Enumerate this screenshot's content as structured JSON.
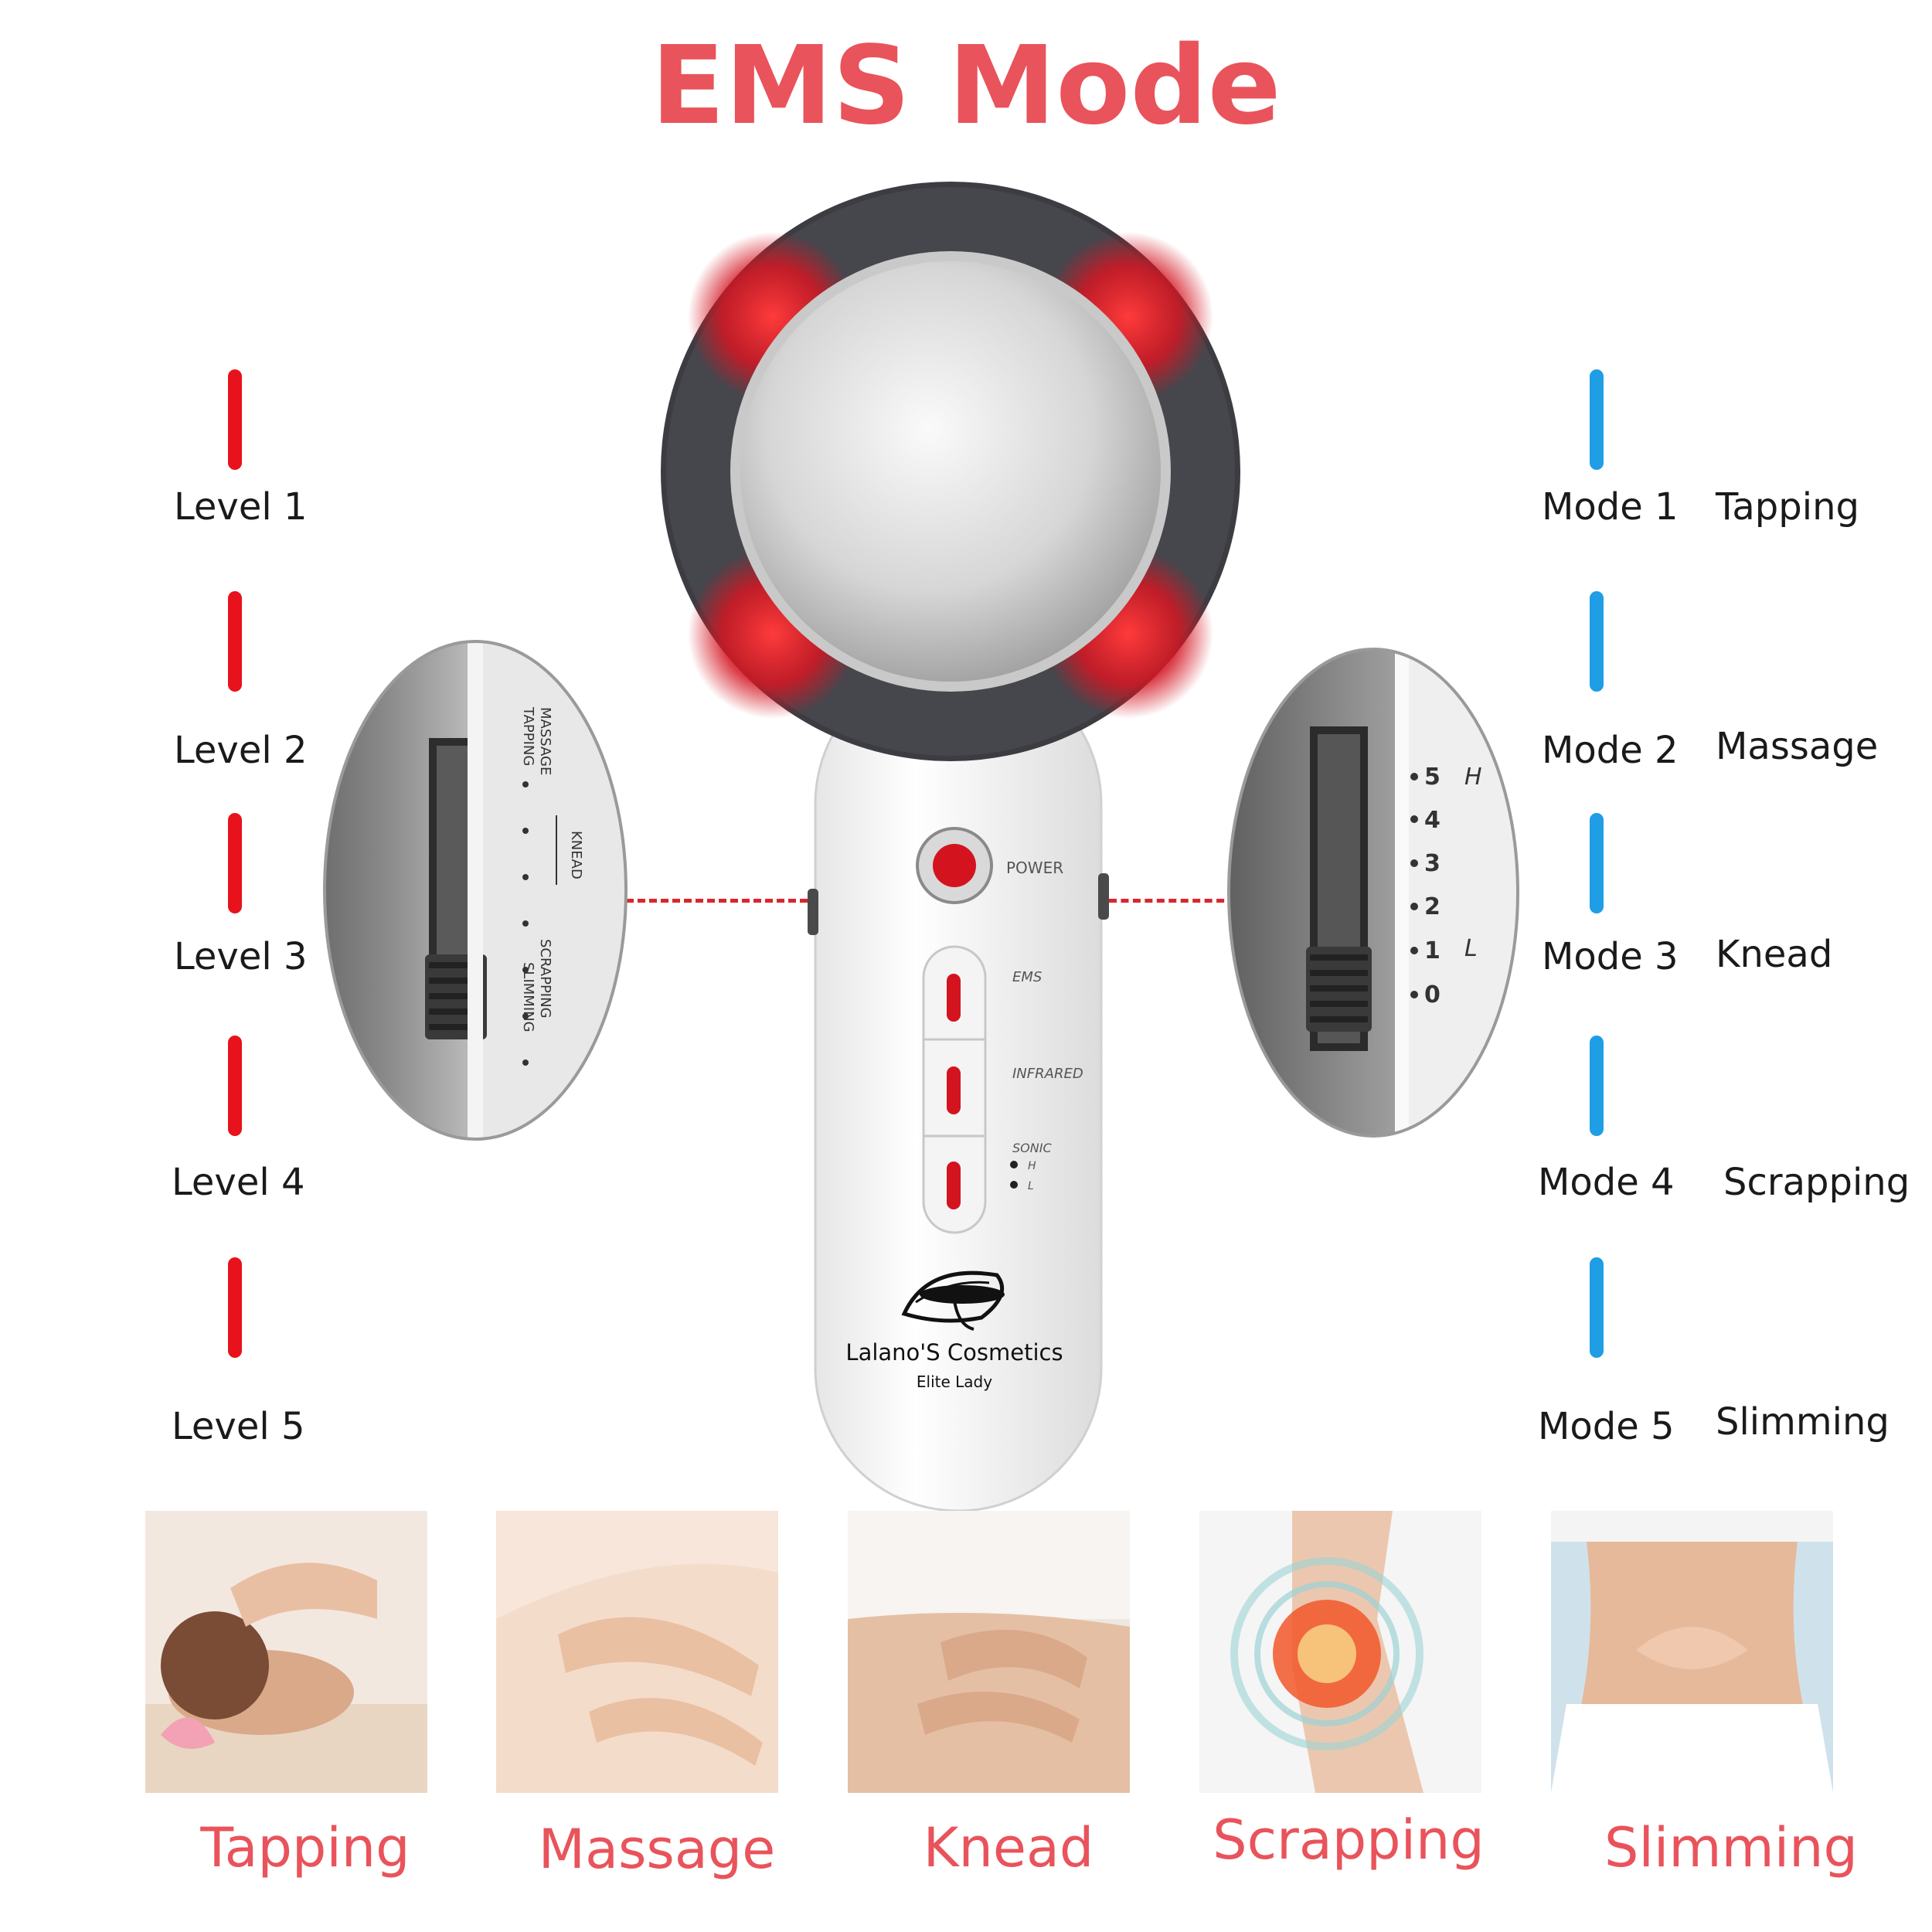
{
  "title": "EMS Mode",
  "levels": [
    "Level 1",
    "Level 2",
    "Level 3",
    "Level 4",
    "Level 5"
  ],
  "modes": [
    {
      "label": "Mode 1",
      "name": "Tapping"
    },
    {
      "label": "Mode 2",
      "name": "Massage"
    },
    {
      "label": "Mode 3",
      "name": "Knead"
    },
    {
      "label": "Mode 4",
      "name": "Scrapping"
    },
    {
      "label": "Mode 5",
      "name": "Slimming"
    }
  ],
  "device": {
    "power": "POWER",
    "ems": "EMS",
    "infrared": "INFRARED",
    "sonic": "SONIC",
    "sonic_h": "H",
    "sonic_l": "L",
    "brand": "Lalano'S Cosmetics",
    "tagline": "Elite Lady"
  },
  "left_zoom": {
    "labels": [
      "MASSAGE",
      "TAPPING",
      "KNEAD",
      "SCRAPPING",
      "SLIMMING"
    ]
  },
  "right_zoom": {
    "numbers": [
      "5",
      "4",
      "3",
      "2",
      "1",
      "0"
    ],
    "high": "H",
    "low": "L"
  },
  "captions": [
    "Tapping",
    "Massage",
    "Knead",
    "Scrapping",
    "Slimming"
  ],
  "colors": {
    "title": "#e9535b",
    "level_dash": "#e8121c",
    "mode_dash": "#1f9de5",
    "caption": "#e9535b"
  }
}
